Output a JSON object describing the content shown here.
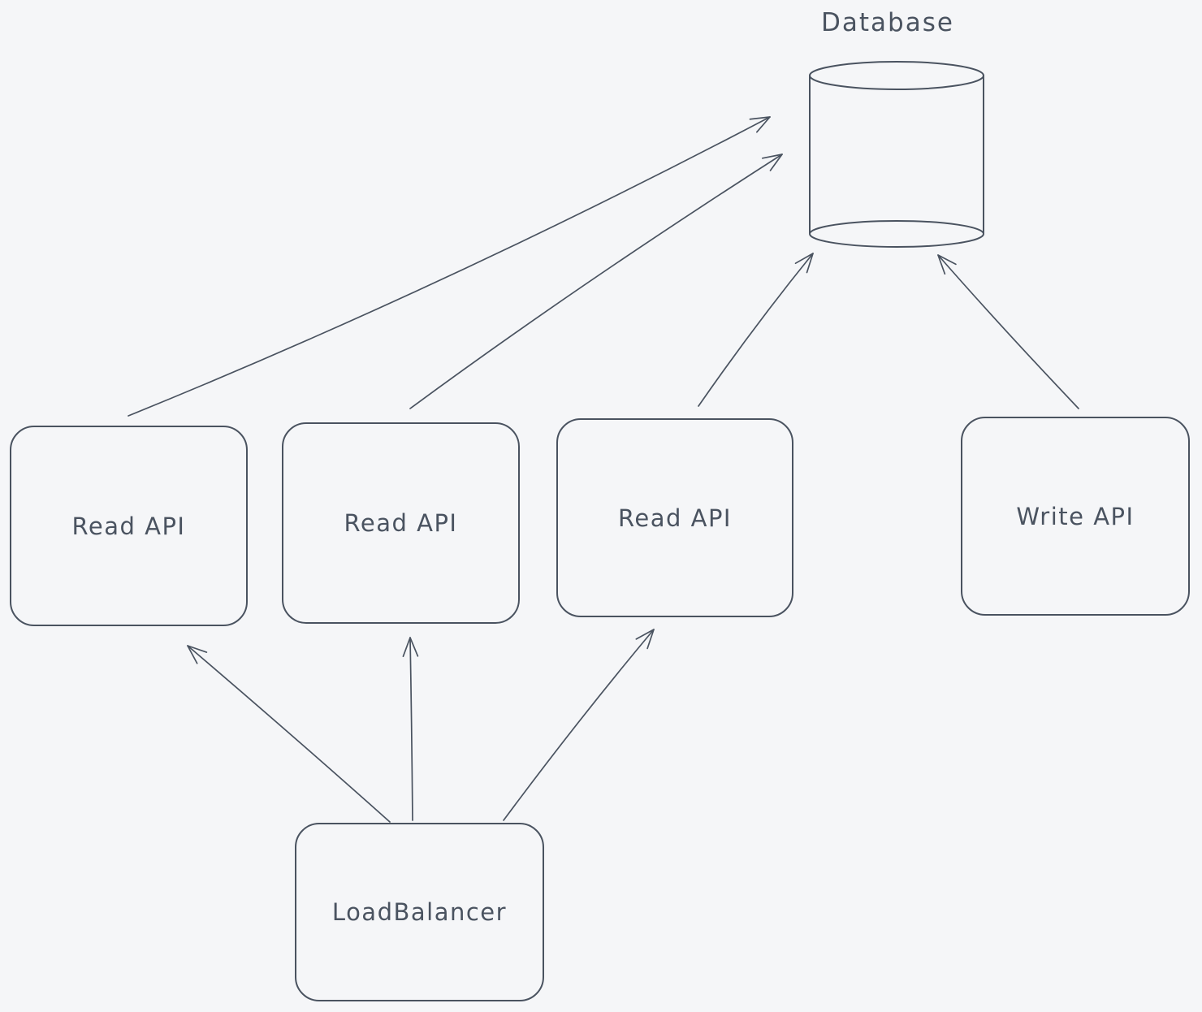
{
  "colors": {
    "background": "#f5f6f8",
    "stroke": "#4a5360"
  },
  "nodes": [
    {
      "id": "database",
      "type": "cylinder",
      "label": "Database"
    },
    {
      "id": "read-api-1",
      "type": "rectangle",
      "label": "Read API"
    },
    {
      "id": "read-api-2",
      "type": "rectangle",
      "label": "Read API"
    },
    {
      "id": "read-api-3",
      "type": "rectangle",
      "label": "Read API"
    },
    {
      "id": "write-api",
      "type": "rectangle",
      "label": "Write API"
    },
    {
      "id": "load-balancer",
      "type": "rectangle",
      "label": "LoadBalancer"
    }
  ],
  "edges": [
    {
      "from": "read-api-1",
      "to": "database"
    },
    {
      "from": "read-api-2",
      "to": "database"
    },
    {
      "from": "read-api-3",
      "to": "database"
    },
    {
      "from": "write-api",
      "to": "database"
    },
    {
      "from": "load-balancer",
      "to": "read-api-1"
    },
    {
      "from": "load-balancer",
      "to": "read-api-2"
    },
    {
      "from": "load-balancer",
      "to": "read-api-3"
    }
  ]
}
